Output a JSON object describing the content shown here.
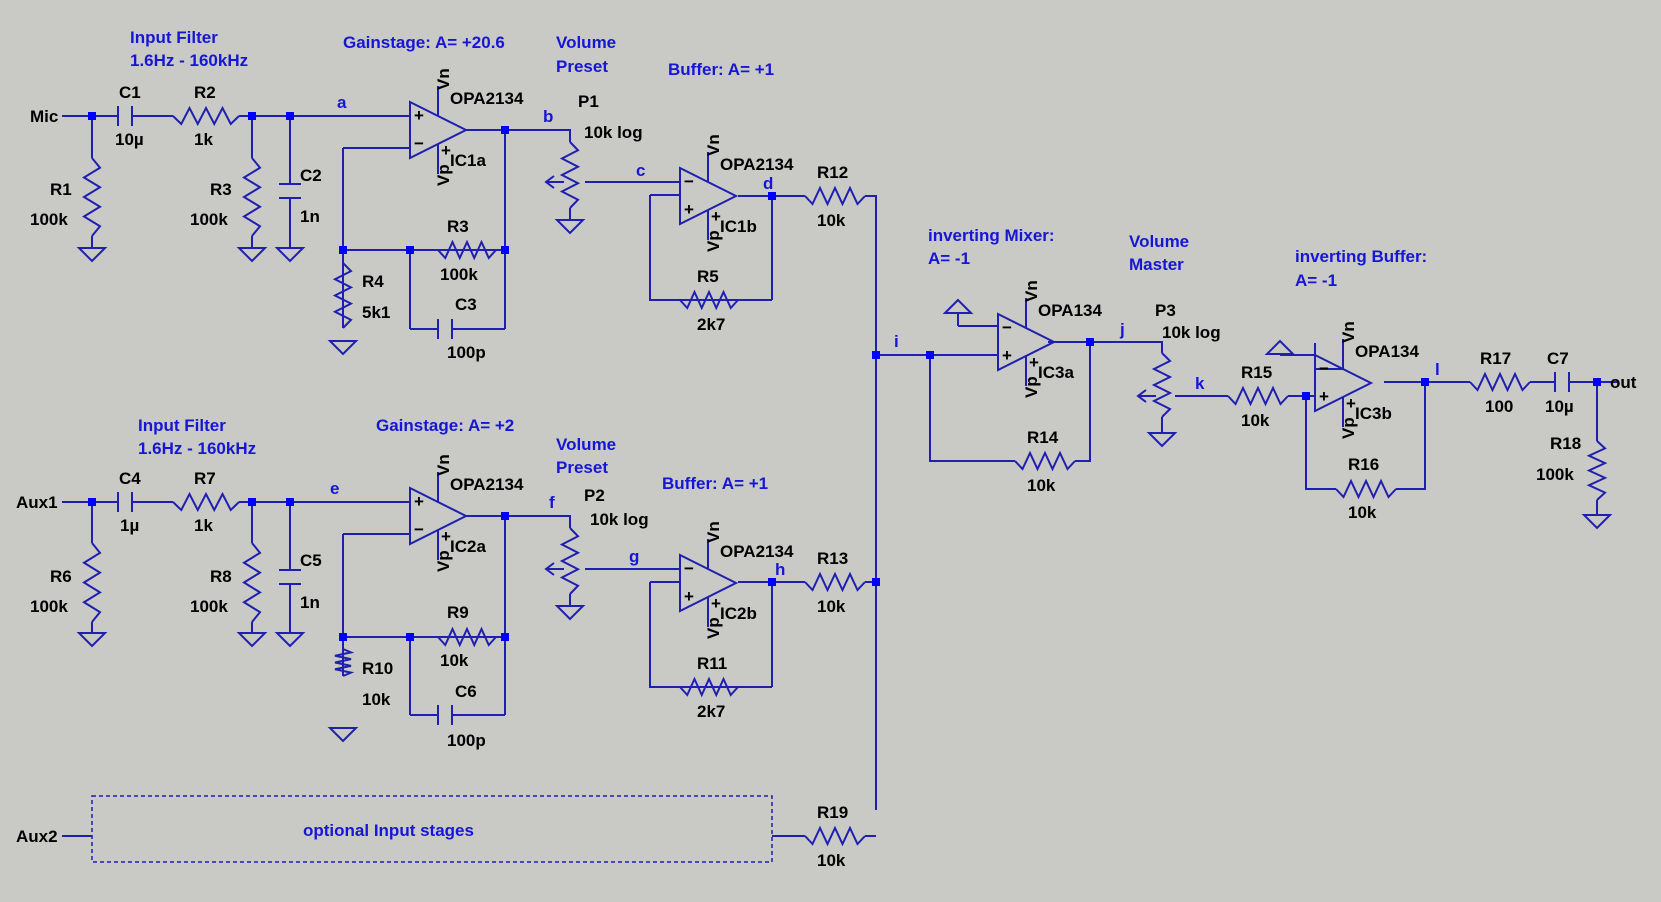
{
  "colors": {
    "background": "#c9c9c6",
    "wire": "#1f1fb0",
    "annotation": "#1616d6",
    "label": "#000000"
  },
  "ports": {
    "mic": "Mic",
    "aux1": "Aux1",
    "aux2": "Aux2",
    "out": "out"
  },
  "comments": {
    "filter1_line1": "Input Filter",
    "filter1_line2": "1.6Hz - 160kHz",
    "gain1": "Gainstage: A= +20.6",
    "vol1_line1": "Volume",
    "vol1_line2": "Preset",
    "buffer1": "Buffer: A= +1",
    "filter2_line1": "Input Filter",
    "filter2_line2": "1.6Hz - 160kHz",
    "gain2": "Gainstage: A= +2",
    "vol2_line1": "Volume",
    "vol2_line2": "Preset",
    "buffer2": "Buffer: A= +1",
    "mixer_line1": "inverting Mixer:",
    "mixer_line2": "A= -1",
    "master_line1": "Volume",
    "master_line2": "Master",
    "invbuf_line1": "inverting Buffer:",
    "invbuf_line2": "A= -1",
    "optional": "optional Input stages"
  },
  "nets": {
    "a": "a",
    "b": "b",
    "c": "c",
    "d": "d",
    "e": "e",
    "f": "f",
    "g": "g",
    "h": "h",
    "i": "i",
    "j": "j",
    "k": "k",
    "l": "l"
  },
  "components": {
    "C1": {
      "ref": "C1",
      "value": "10µ"
    },
    "R1": {
      "ref": "R1",
      "value": "100k"
    },
    "R2": {
      "ref": "R2",
      "value": "1k"
    },
    "R3a": {
      "ref": "R3",
      "value": "100k"
    },
    "C2": {
      "ref": "C2",
      "value": "1n"
    },
    "IC1a": {
      "ref": "IC1a",
      "value": "OPA2134"
    },
    "R3b": {
      "ref": "R3",
      "value": "100k"
    },
    "R4": {
      "ref": "R4",
      "value": "5k1"
    },
    "C3": {
      "ref": "C3",
      "value": "100p"
    },
    "P1": {
      "ref": "P1",
      "value": "10k log"
    },
    "IC1b": {
      "ref": "IC1b",
      "value": "OPA2134"
    },
    "R5": {
      "ref": "R5",
      "value": "2k7"
    },
    "R12": {
      "ref": "R12",
      "value": "10k"
    },
    "C4": {
      "ref": "C4",
      "value": "1µ"
    },
    "R6": {
      "ref": "R6",
      "value": "100k"
    },
    "R7": {
      "ref": "R7",
      "value": "1k"
    },
    "R8": {
      "ref": "R8",
      "value": "100k"
    },
    "C5": {
      "ref": "C5",
      "value": "1n"
    },
    "IC2a": {
      "ref": "IC2a",
      "value": "OPA2134"
    },
    "R9": {
      "ref": "R9",
      "value": "10k"
    },
    "R10": {
      "ref": "R10",
      "value": "10k"
    },
    "C6": {
      "ref": "C6",
      "value": "100p"
    },
    "P2": {
      "ref": "P2",
      "value": "10k log"
    },
    "IC2b": {
      "ref": "IC2b",
      "value": "OPA2134"
    },
    "R11": {
      "ref": "R11",
      "value": "2k7"
    },
    "R13": {
      "ref": "R13",
      "value": "10k"
    },
    "R19": {
      "ref": "R19",
      "value": "10k"
    },
    "IC3a": {
      "ref": "IC3a",
      "value": "OPA134"
    },
    "R14": {
      "ref": "R14",
      "value": "10k"
    },
    "P3": {
      "ref": "P3",
      "value": "10k log"
    },
    "R15": {
      "ref": "R15",
      "value": "10k"
    },
    "IC3b": {
      "ref": "IC3b",
      "value": "OPA134"
    },
    "R16": {
      "ref": "R16",
      "value": "10k"
    },
    "R17": {
      "ref": "R17",
      "value": "100"
    },
    "C7": {
      "ref": "C7",
      "value": "10µ"
    },
    "R18": {
      "ref": "R18",
      "value": "100k"
    }
  },
  "supply": {
    "vn": "Vn",
    "vp": "Vp",
    "plus": "+",
    "minus": "−"
  }
}
